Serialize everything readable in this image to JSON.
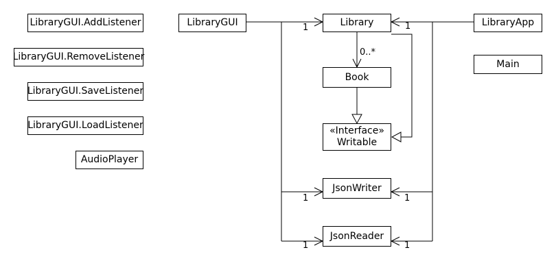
{
  "classes": {
    "add_listener": "LibraryGUI.AddListener",
    "remove_listener": "LibraryGUI.RemoveListener",
    "save_listener": "LibraryGUI.SaveListener",
    "load_listener": "LibraryGUI.LoadListener",
    "audio_player": "AudioPlayer",
    "library_gui": "LibraryGUI",
    "library": "Library",
    "book": "Book",
    "writable_stereotype": "«Interface»",
    "writable": "Writable",
    "json_writer": "JsonWriter",
    "json_reader": "JsonReader",
    "library_app": "LibraryApp",
    "main": "Main"
  },
  "multiplicities": {
    "gui_library": "1",
    "app_library": "1",
    "library_book": "0..*",
    "gui_writer": "1",
    "app_writer": "1",
    "gui_reader": "1",
    "app_reader": "1"
  }
}
